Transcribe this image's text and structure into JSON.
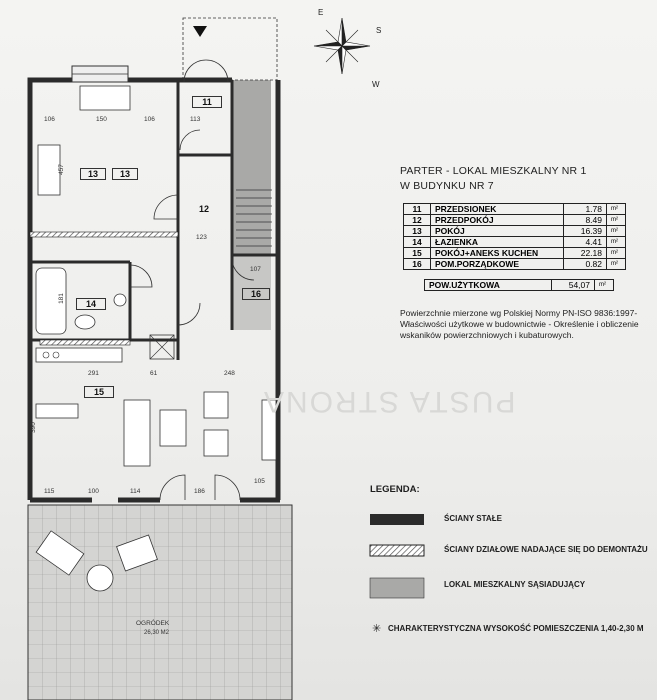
{
  "title": {
    "line1": "PARTER - LOKAL MIESZKALNY NR 1",
    "line2": "W BUDYNKU NR 7"
  },
  "rooms": [
    {
      "nr": "11",
      "name": "PRZEDSIONEK",
      "area": "1.78",
      "unit": "m²"
    },
    {
      "nr": "12",
      "name": "PRZEDPOKÓJ",
      "area": "8.49",
      "unit": "m²"
    },
    {
      "nr": "13",
      "name": "POKÓJ",
      "area": "16.39",
      "unit": "m²"
    },
    {
      "nr": "14",
      "name": "ŁAZIENKA",
      "area": "4.41",
      "unit": "m²"
    },
    {
      "nr": "15",
      "name": "POKÓJ+ANEKS KUCHEN",
      "area": "22.18",
      "unit": "m²"
    },
    {
      "nr": "16",
      "name": "POM.PORZĄDKOWE",
      "area": "0.82",
      "unit": "m²"
    }
  ],
  "total": {
    "label": "POW.UŻYTKOWA",
    "value": "54,07",
    "unit": "m²"
  },
  "note": "Powierzchnie mierzone wg Polskiej Normy PN-ISO 9836:1997- Właściwości użytkowe w budownictwie - Określenie i obliczenie wskaników powierzchniowych i kubaturowych.",
  "legend": {
    "title": "LEGENDA:",
    "items": [
      {
        "label": "ŚCIANY STAŁE",
        "color": "#2b2b2b"
      },
      {
        "label": "ŚCIANY DZIAŁOWE NADAJĄCE SIĘ DO DEMONTAŻU",
        "color": "#8a8a8a"
      },
      {
        "label": "LOKAL MIESZKALNY SĄSIADUJĄCY",
        "color": "#a9a9a7"
      }
    ],
    "footnote_symbol": "✳",
    "footnote": "CHARAKTERYSTYCZNA WYSOKOŚĆ POMIESZCZENIA 1,40-2,30 M"
  },
  "plan": {
    "room_labels": [
      "11",
      "12",
      "13",
      "13",
      "14",
      "15",
      "16"
    ],
    "dims_top": [
      "106",
      "150",
      "106"
    ],
    "dim_11_width": "113",
    "dim_13_height": "457",
    "dim_12_width": "123",
    "dim_16_width": "107",
    "dim_14_height": "181",
    "dims_mid": [
      "291",
      "61",
      "248"
    ],
    "dim_15_height": "390",
    "dims_bottom": [
      "115",
      "100",
      "114",
      "186",
      "105"
    ],
    "garden_label": "OGRÓDEK",
    "garden_area": "26,30 M2"
  },
  "compass_letters": {
    "e": "E",
    "s": "S",
    "w": "W"
  },
  "watermark": "PUSTA STRONA",
  "colors": {
    "wall": "#2b2b2b",
    "neighbour": "#a9a9a7",
    "paper": "#f2f2f0",
    "terrace": "#cfcfcd"
  }
}
